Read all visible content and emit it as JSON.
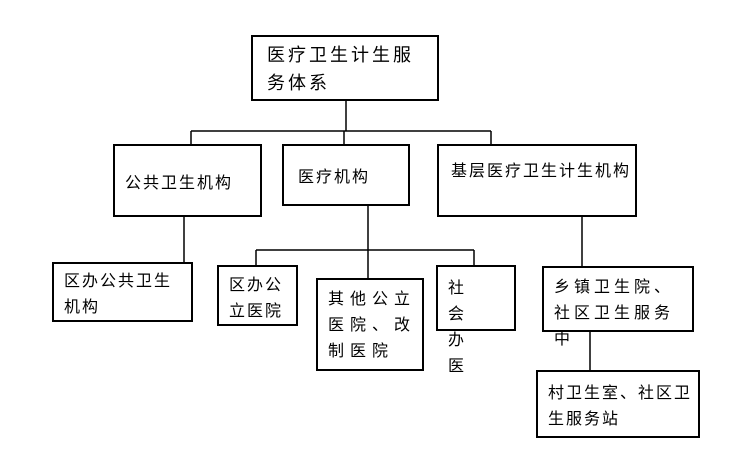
{
  "root": {
    "label": "医疗卫生计生服务体系"
  },
  "level1": [
    {
      "id": "public-health",
      "label": "公共卫生机构"
    },
    {
      "id": "medical",
      "label": "医疗机构"
    },
    {
      "id": "primary",
      "label": "基层医疗卫生计生机构"
    }
  ],
  "level2": [
    {
      "id": "district-public-health",
      "label": "区办公共卫生机构",
      "parent": "public-health"
    },
    {
      "id": "district-public-hospital",
      "label": "区办公立医院",
      "parent": "medical"
    },
    {
      "id": "other-public-hospital",
      "label": "其他公立医院、改制医院",
      "parent": "medical"
    },
    {
      "id": "social-hospital",
      "label": "社　会　办　医",
      "parent": "medical"
    },
    {
      "id": "township-center",
      "label": "乡镇卫生院、社区卫生服务中",
      "parent": "primary"
    }
  ],
  "level3": [
    {
      "id": "village-station",
      "label": "村卫生室、社区卫生服务站",
      "parent": "township-center"
    }
  ]
}
